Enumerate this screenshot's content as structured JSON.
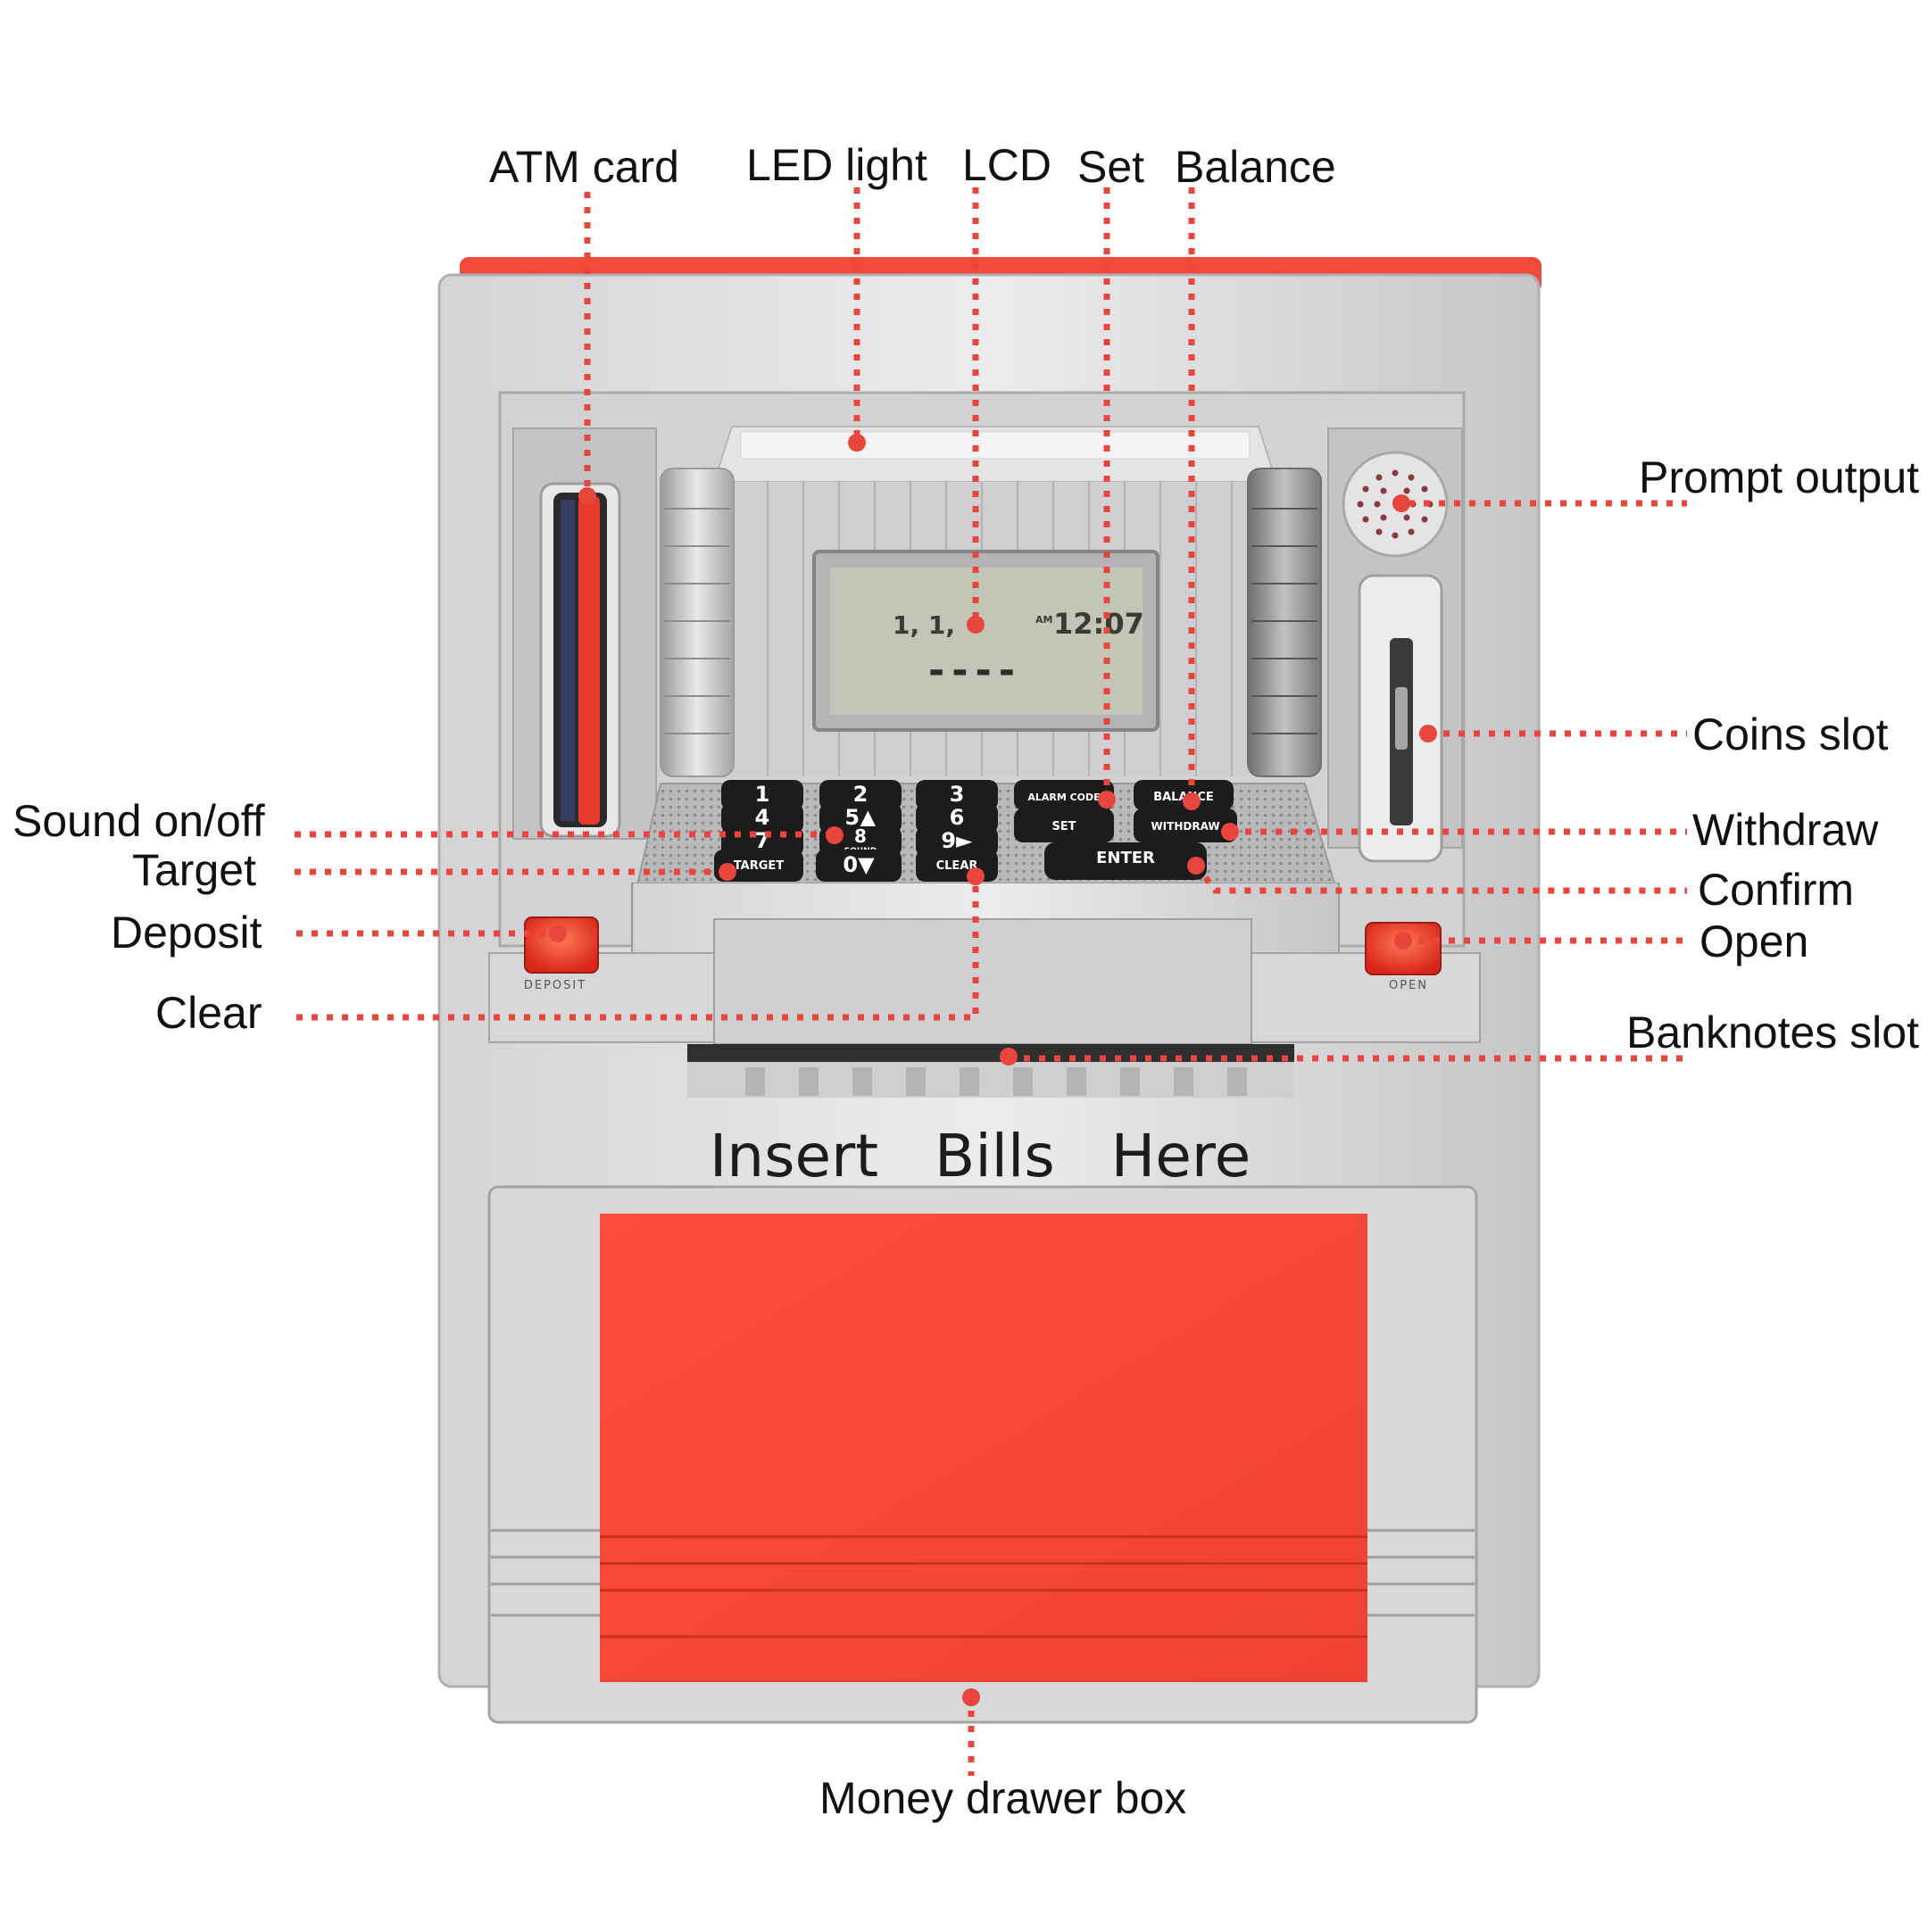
{
  "callouts": {
    "atm_card": "ATM card",
    "led_light": "LED light",
    "lcd": "LCD",
    "set": "Set",
    "balance": "Balance",
    "prompt_output": "Prompt output",
    "coins_slot": "Coins slot",
    "withdraw": "Withdraw",
    "confirm": "Confirm",
    "open": "Open",
    "banknotes_slot": "Banknotes slot",
    "sound_on_off": "Sound on/off",
    "target": "Target",
    "deposit": "Deposit",
    "clear": "Clear",
    "money_drawer_box": "Money drawer box"
  },
  "device": {
    "lcd_line1_left": "1, 1,",
    "lcd_ampm": "AM",
    "lcd_time": "12:07",
    "lcd_line2": "----",
    "keys": {
      "k1": "1",
      "k2": "2",
      "k3": "3",
      "k4": "4",
      "k5": "5▲",
      "k6": "6",
      "k7": "7",
      "k8": "8",
      "k8_sub": "SOUND",
      "k9": "9►",
      "target": "TARGET",
      "k0": "0▼",
      "clear": "CLEAR",
      "alarm_code": "ALARM CODE",
      "balance": "BALANCE",
      "set": "SET",
      "withdraw": "WITHDRAW",
      "enter": "ENTER"
    },
    "deposit_button_label": "DEPOSIT",
    "open_button_label": "OPEN",
    "front_text": "Insert   Bills   Here"
  },
  "colors": {
    "leader": "#E8453C",
    "accent_red": "#F44A3B",
    "silver": "#C9C9CB",
    "key": "#1C1C1C",
    "lcd": "#C3C6B6"
  }
}
